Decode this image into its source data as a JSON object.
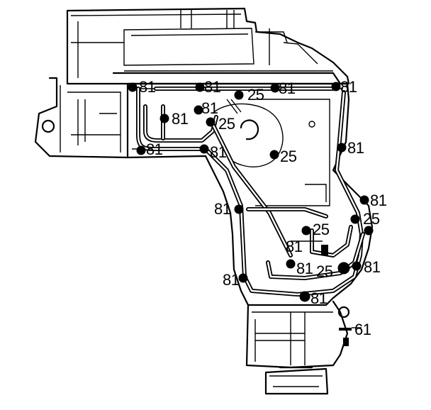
{
  "labels": {
    "l01": "81",
    "l02": "81",
    "l03": "25",
    "l04": "81",
    "l05": "81",
    "l06": "81",
    "l07": "81",
    "l08": "25",
    "l09": "81",
    "l10": "81",
    "l11": "25",
    "l12": "81",
    "l13": "81",
    "l14": "81",
    "l15": "25",
    "l16": "25",
    "l17": "81",
    "l18": "81",
    "l19": "25",
    "l20": "81",
    "l21": "81",
    "l22": "81",
    "l23": "61"
  },
  "colors": {
    "line": "#000000",
    "background": "#ffffff"
  }
}
